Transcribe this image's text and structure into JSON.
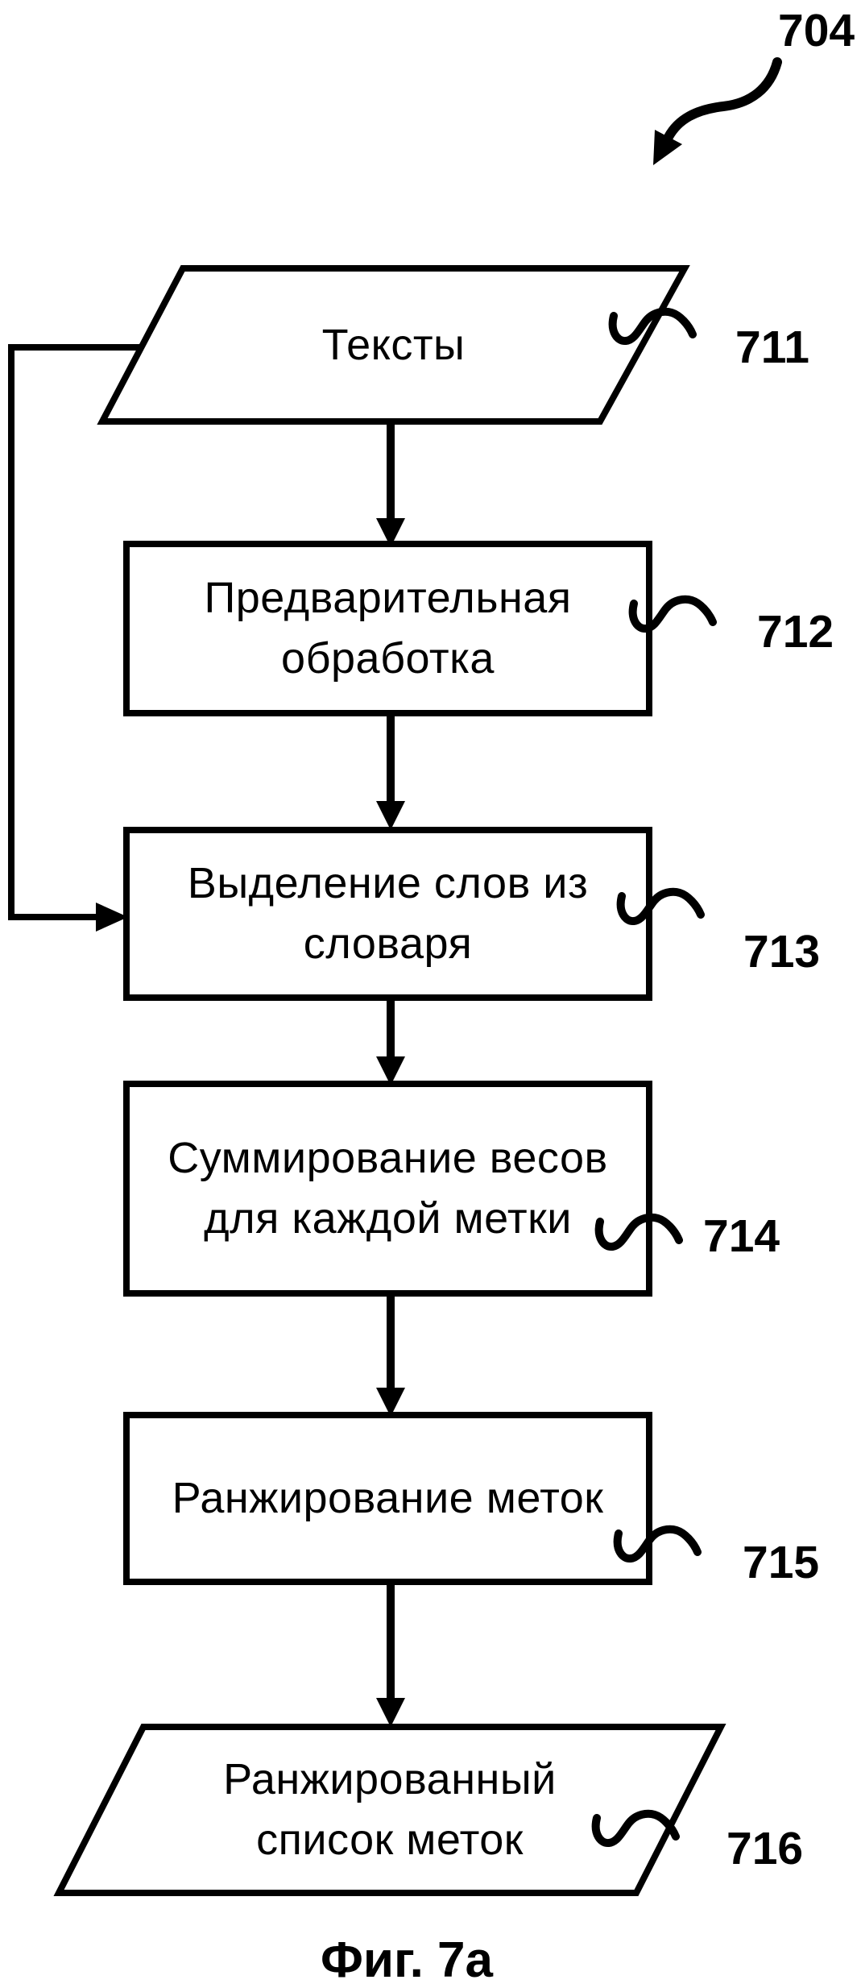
{
  "figure": {
    "pointer_label": "704",
    "caption": "Фиг. 7а",
    "colors": {
      "ink": "#000000",
      "background": "#ffffff"
    },
    "nodes": [
      {
        "id": "711",
        "type": "data-parallelogram",
        "label": "Тексты"
      },
      {
        "id": "712",
        "type": "process",
        "label": "Предварительная\nобработка"
      },
      {
        "id": "713",
        "type": "process",
        "label": "Выделение слов из\nсловаря"
      },
      {
        "id": "714",
        "type": "process",
        "label": "Суммирование весов\nдля каждой метки"
      },
      {
        "id": "715",
        "type": "process",
        "label": "Ранжирование меток"
      },
      {
        "id": "716",
        "type": "data-parallelogram",
        "label": "Ранжированный\nсписок меток"
      }
    ]
  }
}
